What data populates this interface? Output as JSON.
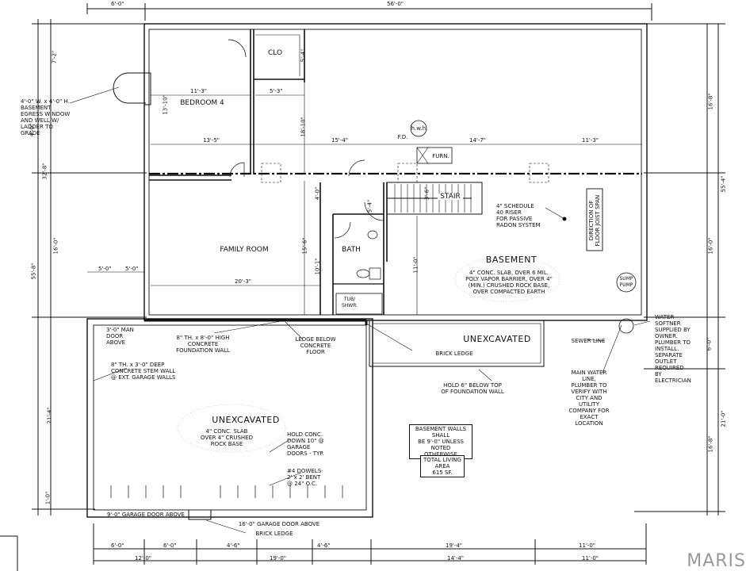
{
  "dims": {
    "top": [
      "6'-0\"",
      "56'-0\""
    ],
    "bottom_inner": [
      "6'-0\"",
      "6'-0\"",
      "4'-6\"",
      "4'-6\"",
      "19'-4\"",
      "11'-0\""
    ],
    "bottom_outer": [
      "12'-0\"",
      "19'-0\"",
      "14'-4\"",
      "11'-0\""
    ],
    "left": [
      "7'-2\"",
      "4'-0\"",
      "32'-8\"",
      "16'-0\"",
      "55'-8\"",
      "21'-4\"",
      "1'-0\""
    ],
    "right": [
      "16'-8\"",
      "55'-4\"",
      "16'-0\"",
      "6'-0\"",
      "21'-0\"",
      "16'-8\""
    ],
    "interior": [
      "11'-3\"",
      "5'-3\"",
      "5'-4\"",
      "13'-5\"",
      "15'-4\"",
      "14'-7\"",
      "11'-3\"",
      "13'-10\"",
      "18'-10\"",
      "4'-0\"",
      "5'-0\"",
      "5'-0\"",
      "15'-6\"",
      "10'-1\"",
      "20'-3\"",
      "11'-0\"",
      "3'-6\"",
      "5'-4\""
    ]
  },
  "rooms": {
    "clo": "CLO",
    "bedroom": "BEDROOM 4",
    "family": "FAMILY ROOM",
    "bath": "BATH",
    "furn": "FURN.",
    "stair": "STAIR",
    "hwh": "h.w.h.",
    "fd": "F.D.",
    "tub": "TUB/\nSHWR.",
    "sump": "SUMP\nPUMP"
  },
  "notes": {
    "egress": "4'-0\" W. x 4'-0\" H.\nBASEMENT\nEGRESS WINDOW\nAND WELL W/\nLADDER TO\nGRADE",
    "radon": "4\" SCHEDULE\n40 RISER\nFOR PASSIVE\nRADON SYSTEM",
    "joist": "DIRECTION OF\nFLOOR JOIST SPAN",
    "basement_title": "BASEMENT",
    "basement_note": "4\" CONC. SLAB, OVER 6 MIL.\nPOLY VAPOR BARRIER, OVER 4\"\n(MIN.) CRUSHED ROCK BASE,\nOVER COMPACTED EARTH",
    "water": "WATER\nSOFTNER\nSUPPLIED BY\nOWNER.\nPLUMBER TO\nINSTALL.\nSEPARATE\nOUTLET\nREQUIRED\nBY\nELECTRICIAN",
    "man_door": "3'-0\" MAN\nDOOR\nABOVE",
    "found_wall": "8\" TH. x 8'-0\" HIGH\nCONCRETE\nFOUNDATION WALL",
    "ledge": "LEDGE BELOW\nCONCRETE\nFLOOR",
    "unexc1": "UNEXCAVATED",
    "brick1": "BRICK LEDGE",
    "sewer": "SEWER LINE",
    "stem": "8\" TH. x 3'-0\" DEEP\nCONCRETE STEM WALL\n@ EXT. GARAGE WALLS",
    "hold6": "HOLD 6\" BELOW TOP\nOF FOUNDATION WALL",
    "main_water": "MAIN WATER\nLINE,\nPLUMBER TO\nVERIFY WITH\nCITY AND\nUTILITY\nCOMPANY FOR\nEXACT\nLOCATION",
    "unexc2": "UNEXCAVATED",
    "garage_slab": "4\" CONC. SLAB\nOVER 4\" CRUSHED\nROCK BASE",
    "hold10": "HOLD CONC.\nDOWN 10\" @\nGARAGE\nDOORS - TYP.",
    "dowels": "#4 DOWELS-\n2' x 2' BENT\n@ 24\" O.C.",
    "walls9": "BASEMENT WALLS SHALL\nBE 9'-0\" UNLESS NOTED\nOTHERWISE",
    "living": "TOTAL LIVING\nAREA\n615 SF.",
    "gd9": "9'-0\" GARAGE DOOR ABOVE",
    "gd16": "16'-0\" GARAGE DOOR ABOVE",
    "brick2": "BRICK LEDGE"
  },
  "watermark": "MARIS"
}
